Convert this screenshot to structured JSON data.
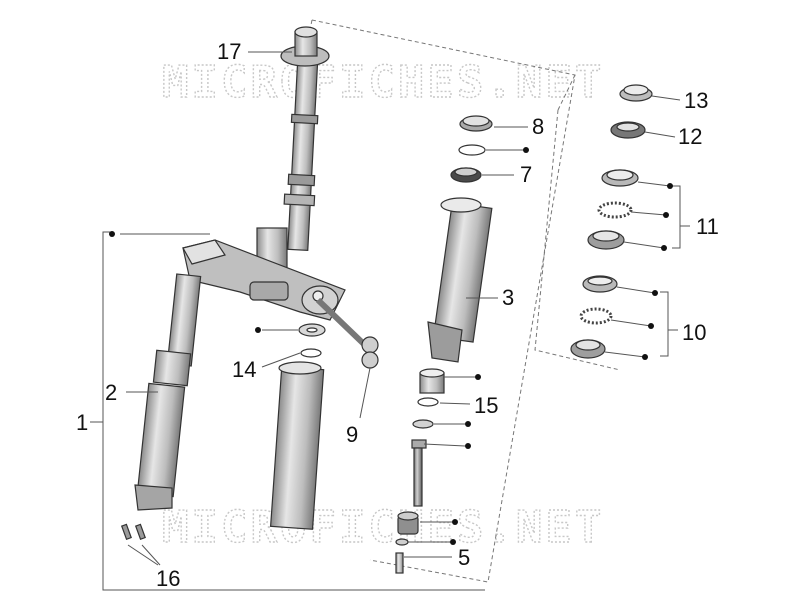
{
  "watermark": "MICROFICHES.NET",
  "callouts": [
    "17",
    "8",
    "7",
    "3",
    "13",
    "12",
    "11",
    "10",
    "2",
    "1",
    "14",
    "9",
    "15",
    "5",
    "16"
  ],
  "colors": {
    "part_fill": "#c9c9c9",
    "part_dark": "#8a8a8a",
    "part_light": "#ececec",
    "line": "#555555",
    "watermark": "#c8c8c8"
  }
}
